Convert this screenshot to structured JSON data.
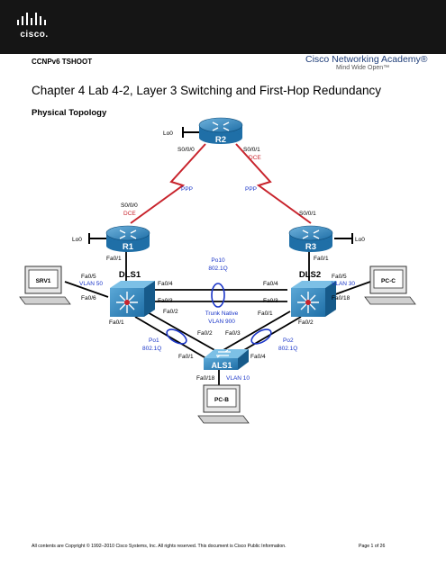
{
  "header": {
    "brand": "cisco.",
    "course": "CCNPv6 TSHOOT",
    "academy_name": "Cisco Networking Academy®",
    "academy_tagline": "Mind Wide Open™"
  },
  "title": "Chapter 4 Lab 4-2, Layer 3 Switching and First-Hop Redundancy",
  "subtitle": "Physical Topology",
  "diagram": {
    "devices": {
      "r2": "R2",
      "r1": "R1",
      "r3": "R3",
      "dls1": "DLS1",
      "dls2": "DLS2",
      "als1": "ALS1",
      "srv1": "SRV1",
      "pcb": "PC-B",
      "pcc": "PC-C"
    },
    "labels": {
      "r2_lo0": "Lo0",
      "r2_s000": "S0/0/0",
      "r2_s001": "S0/0/1",
      "r2_dce": "DCE",
      "ppp_left": "PPP",
      "ppp_right": "PPP",
      "r1_s000": "S0/0/0",
      "r1_dce": "DCE",
      "r1_lo0": "Lo0",
      "r1_fa01": "Fa0/1",
      "r3_s001": "S0/0/1",
      "r3_lo0": "Lo0",
      "r3_fa01": "Fa0/1",
      "po10": "Po10",
      "po10_proto": "802.1Q",
      "dls1_fa05": "Fa0/5",
      "dls1_vlan": "VLAN 50",
      "dls1_fa06": "Fa0/6",
      "dls1_fa04": "Fa0/4",
      "dls1_fa03": "Fa0/3",
      "dls1_fa02": "Fa0/2",
      "dls1_fa01": "Fa0/1",
      "dls2_fa04": "Fa0/4",
      "dls2_fa03": "Fa0/3",
      "dls2_fa05": "Fa0/5",
      "dls2_vlan": "VLAN 30",
      "dls2_fa018": "Fa0/18",
      "dls2_fa01": "Fa0/1",
      "dls2_fa02": "Fa0/2",
      "trunk_native": "Trunk Native",
      "trunk_vlan": "VLAN 900",
      "als1_fa02": "Fa0/2",
      "als1_fa03": "Fa0/3",
      "als1_fa01": "Fa0/1",
      "als1_fa04": "Fa0/4",
      "als1_fa018": "Fa0/18",
      "als1_vlan": "VLAN 10",
      "po1": "Po1",
      "po1_proto": "802.1Q",
      "po2": "Po2",
      "po2_proto": "802.1Q"
    }
  },
  "footer": {
    "copyright": "All contents are Copyright © 1992–2010 Cisco Systems, Inc. All rights reserved. This document is Cisco Public Information.",
    "page": "Page 1 of 26"
  },
  "colors": {
    "router_blue": "#1f6fa7",
    "serial_red": "#c8232c",
    "vlan_blue": "#1a35c8",
    "header_bg": "#151515"
  }
}
